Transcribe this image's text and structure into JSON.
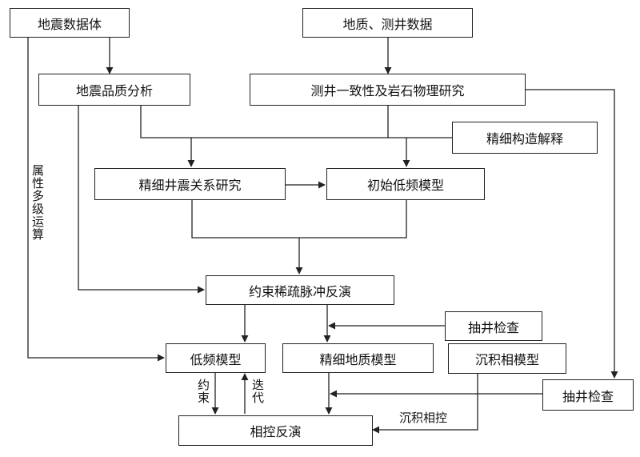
{
  "nodes": {
    "seismic_data": "地震数据体",
    "geo_well_data": "地质、测井数据",
    "seismic_quality": "地震品质分析",
    "well_consistency": "测井一致性及岩石物理研究",
    "fine_structure": "精细构造解释",
    "well_seismic": "精细井震关系研究",
    "initial_low_freq": "初始低频模型",
    "sparse_inversion": "约束稀疏脉冲反演",
    "check_well_1": "抽井检查",
    "low_freq_model": "低频模型",
    "fine_geo_model": "精细地质模型",
    "sed_facies_model": "沉积相模型",
    "check_well_2": "抽井检查",
    "facies_inversion": "相控反演"
  },
  "edge_labels": {
    "multi_level_ops": "属性多级运算",
    "constraint": "约束",
    "iteration": "迭代",
    "sed_facies_control": "沉积相控"
  }
}
